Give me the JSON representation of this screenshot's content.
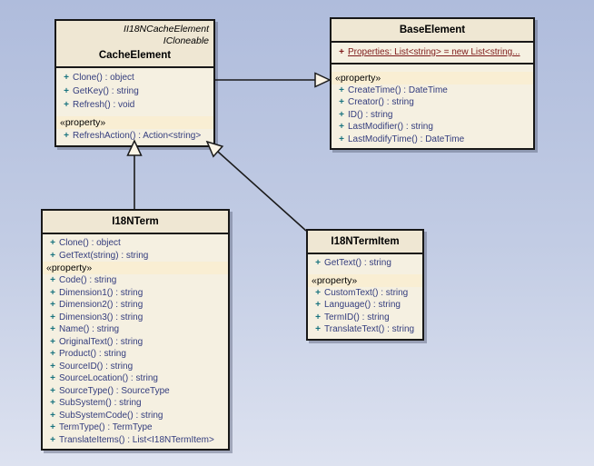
{
  "diagram": {
    "background_top": "#afbcdc",
    "background_bottom": "#dde2f0",
    "box_fill": "#f5f0e1",
    "header_fill": "#efe7d3",
    "stereo_fill": "#f9eed3",
    "member_text_color": "#333c7d",
    "visibility_color": "#17727e",
    "static_attr_color": "#7e1a1a",
    "border_color": "#181818"
  },
  "classes": {
    "cache": {
      "interfaces": [
        "II18NCacheElement",
        "ICloneable"
      ],
      "name": "CacheElement",
      "stereotype": "«property»",
      "ops": [
        {
          "v": "+",
          "t": "Clone() : object"
        },
        {
          "v": "+",
          "t": "GetKey() : string"
        },
        {
          "v": "+",
          "t": "Refresh() : void"
        }
      ],
      "props": [
        {
          "v": "+",
          "t": "RefreshAction() : Action<string>"
        }
      ]
    },
    "base": {
      "name": "BaseElement",
      "stereotype": "«property»",
      "attrs": [
        {
          "v": "+",
          "t": "Properties:  List<string> = new List<string..."
        }
      ],
      "props": [
        {
          "v": "+",
          "t": "CreateTime() : DateTime"
        },
        {
          "v": "+",
          "t": "Creator() : string"
        },
        {
          "v": "+",
          "t": "ID() : string"
        },
        {
          "v": "+",
          "t": "LastModifier() : string"
        },
        {
          "v": "+",
          "t": "LastModifyTime() : DateTime"
        }
      ]
    },
    "term": {
      "name": "I18NTerm",
      "stereotype": "«property»",
      "ops": [
        {
          "v": "+",
          "t": "Clone() : object"
        },
        {
          "v": "+",
          "t": "GetText(string) : string"
        }
      ],
      "props": [
        {
          "v": "+",
          "t": "Code() : string"
        },
        {
          "v": "+",
          "t": "Dimension1() : string"
        },
        {
          "v": "+",
          "t": "Dimension2() : string"
        },
        {
          "v": "+",
          "t": "Dimension3() : string"
        },
        {
          "v": "+",
          "t": "Name() : string"
        },
        {
          "v": "+",
          "t": "OriginalText() : string"
        },
        {
          "v": "+",
          "t": "Product() : string"
        },
        {
          "v": "+",
          "t": "SourceID() : string"
        },
        {
          "v": "+",
          "t": "SourceLocation() : string"
        },
        {
          "v": "+",
          "t": "SourceType() : SourceType"
        },
        {
          "v": "+",
          "t": "SubSystem() : string"
        },
        {
          "v": "+",
          "t": "SubSystemCode() : string"
        },
        {
          "v": "+",
          "t": "TermType() : TermType"
        },
        {
          "v": "+",
          "t": "TranslateItems() : List<I18NTermItem>"
        }
      ]
    },
    "item": {
      "name": "I18NTermItem",
      "stereotype": "«property»",
      "ops": [
        {
          "v": "+",
          "t": "GetText() : string"
        }
      ],
      "props": [
        {
          "v": "+",
          "t": "CustomText() : string"
        },
        {
          "v": "+",
          "t": "Language() : string"
        },
        {
          "v": "+",
          "t": "TermID() : string"
        },
        {
          "v": "+",
          "t": "TranslateText() : string"
        }
      ]
    }
  },
  "relationships": [
    {
      "from": "CacheElement",
      "to": "BaseElement",
      "type": "generalization"
    },
    {
      "from": "I18NTerm",
      "to": "CacheElement",
      "type": "generalization"
    },
    {
      "from": "I18NTermItem",
      "to": "CacheElement",
      "type": "generalization"
    }
  ]
}
